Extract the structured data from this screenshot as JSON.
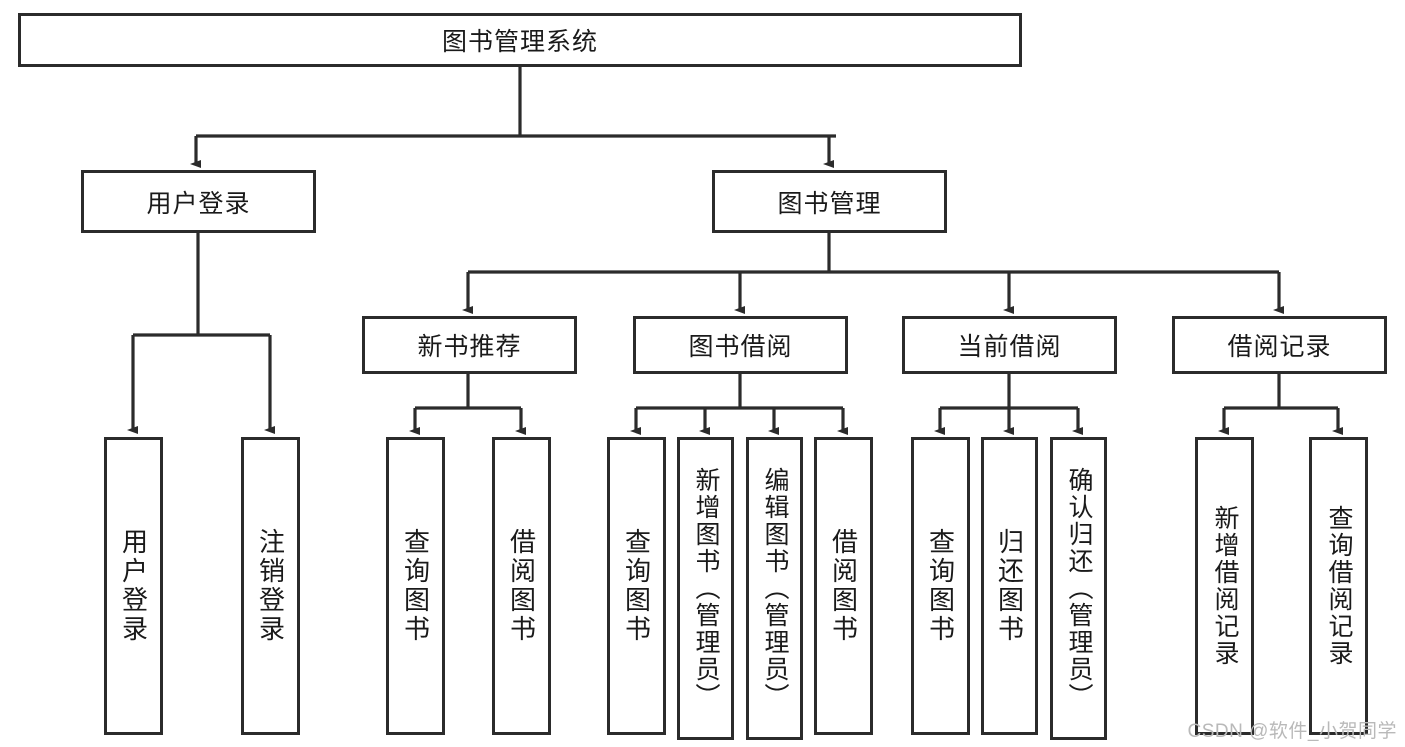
{
  "diagram": {
    "title": "图书管理系统",
    "type": "tree-hierarchy-diagram",
    "root": {
      "label": "图书管理系统"
    },
    "level2": [
      {
        "label": "用户登录"
      },
      {
        "label": "图书管理"
      }
    ],
    "level3": [
      {
        "label": "新书推荐"
      },
      {
        "label": "图书借阅"
      },
      {
        "label": "当前借阅"
      },
      {
        "label": "借阅记录"
      }
    ],
    "leaves": {
      "user_login": [
        {
          "label": "用户登录"
        },
        {
          "label": "注销登录"
        }
      ],
      "new_book_recommend": [
        {
          "label": "查询图书"
        },
        {
          "label": "借阅图书"
        }
      ],
      "book_borrow": [
        {
          "label": "查询图书"
        },
        {
          "label": "新增图书（管理员）"
        },
        {
          "label": "编辑图书（管理员）"
        },
        {
          "label": "借阅图书"
        }
      ],
      "current_borrow": [
        {
          "label": "查询图书"
        },
        {
          "label": "归还图书"
        },
        {
          "label": "确认归还（管理员）"
        }
      ],
      "borrow_records": [
        {
          "label": "新增借阅记录"
        },
        {
          "label": "查询借阅记录"
        }
      ]
    }
  },
  "watermark": {
    "text": "CSDN @软件_小贺同学"
  },
  "colors": {
    "stroke": "#2b2b2b",
    "background": "#ffffff",
    "text": "#1a1a1a",
    "watermark": "#b9b9b9"
  }
}
